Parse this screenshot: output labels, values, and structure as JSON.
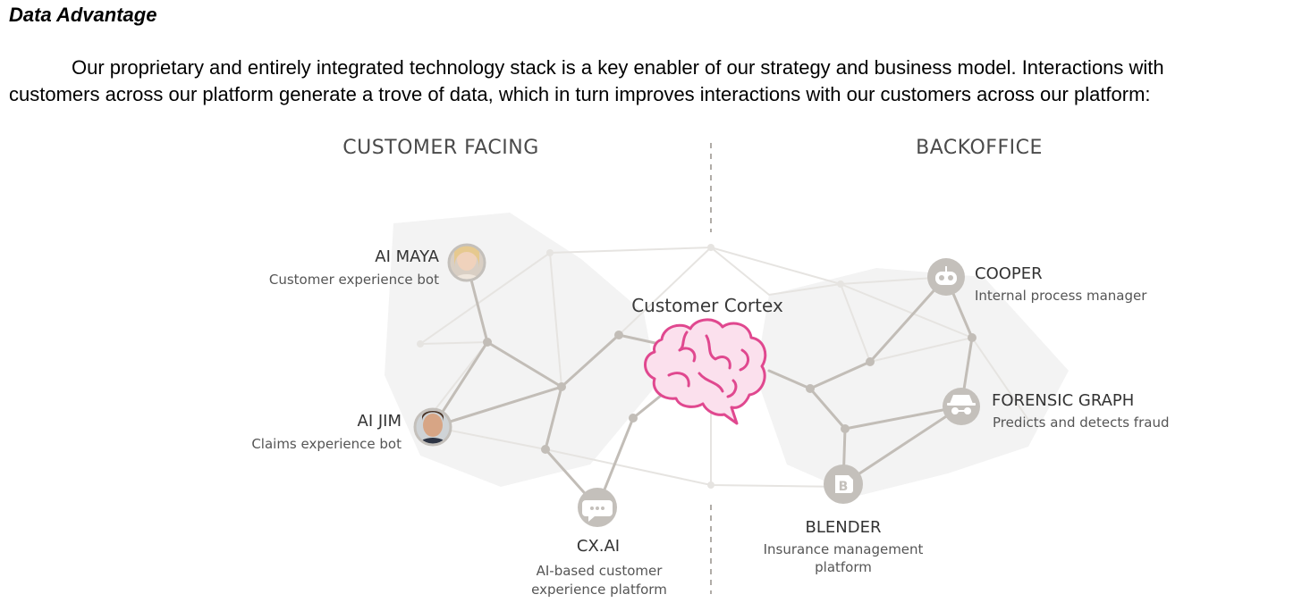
{
  "heading": "Data Advantage",
  "paragraph": {
    "line1": "Our proprietary and entirely integrated technology stack is a key enabler of our strategy and business model. Interactions with",
    "line2": "customers across our platform generate a trove of data, which in turn improves interactions with our customers across our platform:"
  },
  "diagram": {
    "sections": {
      "left": "CUSTOMER FACING",
      "right": "BACKOFFICE"
    },
    "center": "Customer Cortex",
    "nodes": {
      "ai_maya": {
        "title": "AI MAYA",
        "subtitle": "Customer experience bot"
      },
      "ai_jim": {
        "title": "AI JIM",
        "subtitle": "Claims experience bot"
      },
      "cx_ai": {
        "title": "CX.AI",
        "subtitle_line1": "AI-based customer",
        "subtitle_line2": "experience platform"
      },
      "cooper": {
        "title": "COOPER",
        "subtitle": "Internal process manager"
      },
      "forensic_graph": {
        "title": "FORENSIC GRAPH",
        "subtitle": "Predicts and detects fraud"
      },
      "blender": {
        "title": "BLENDER",
        "subtitle_line1": "Insurance management",
        "subtitle_line2": "platform"
      }
    },
    "icons": {
      "ai_maya": "avatar-photo",
      "ai_jim": "avatar-photo",
      "cx_ai": "chat-bubble-icon",
      "cooper": "robot-icon",
      "forensic_graph": "detective-icon",
      "blender": "blender-b-icon",
      "center": "brain-icon"
    },
    "colors": {
      "brain": "#e0488f",
      "node": "#c4c0bb",
      "line": "#bfbab4",
      "faint_line": "#e4e2df",
      "blob": "#f2f2f2"
    }
  }
}
